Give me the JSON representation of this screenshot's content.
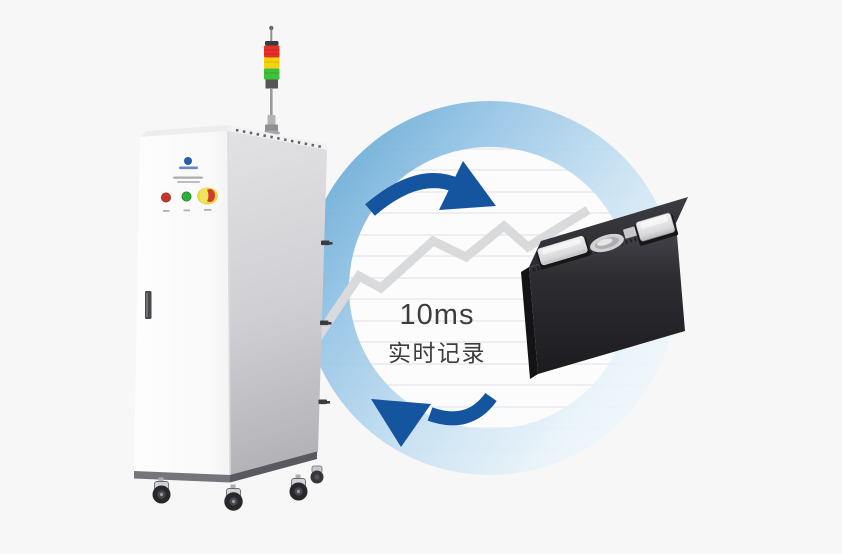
{
  "scene": {
    "type": "product-marketing-graphic",
    "background_color": "#f7f7f8"
  },
  "graphic": {
    "caption_line1": "10ms",
    "caption_line2": "实时记录",
    "caption_color": "#3d3d3d",
    "arrow_color": "#15549e",
    "trend_line_color": "#d9dadc",
    "ruled_line_color": "#e8eaed",
    "ring_color_start": "#5fa6d3",
    "ring_color_end": "#f6fafd",
    "icons": {
      "cycle_arrows": "circular-refresh-arrows",
      "trend_line": "zigzag-chart-line"
    }
  },
  "cabinet": {
    "label": "battery-test-cabinet",
    "body_color": "#fbfbfc",
    "side_color": "#cfcfd3",
    "logo_color": "#2a5fa8",
    "signal_tower": {
      "red": "#e63028",
      "yellow": "#f6d310",
      "green": "#3fc13a"
    },
    "panel_buttons": [
      {
        "name": "red-indicator",
        "color": "#c5372e"
      },
      {
        "name": "green-indicator",
        "color": "#2fae39"
      },
      {
        "name": "emergency-stop",
        "color": "#e5da3a"
      }
    ]
  },
  "battery": {
    "label": "prismatic-battery-cell",
    "body_color": "#26262b",
    "terminal_color": "#d9d9db"
  }
}
